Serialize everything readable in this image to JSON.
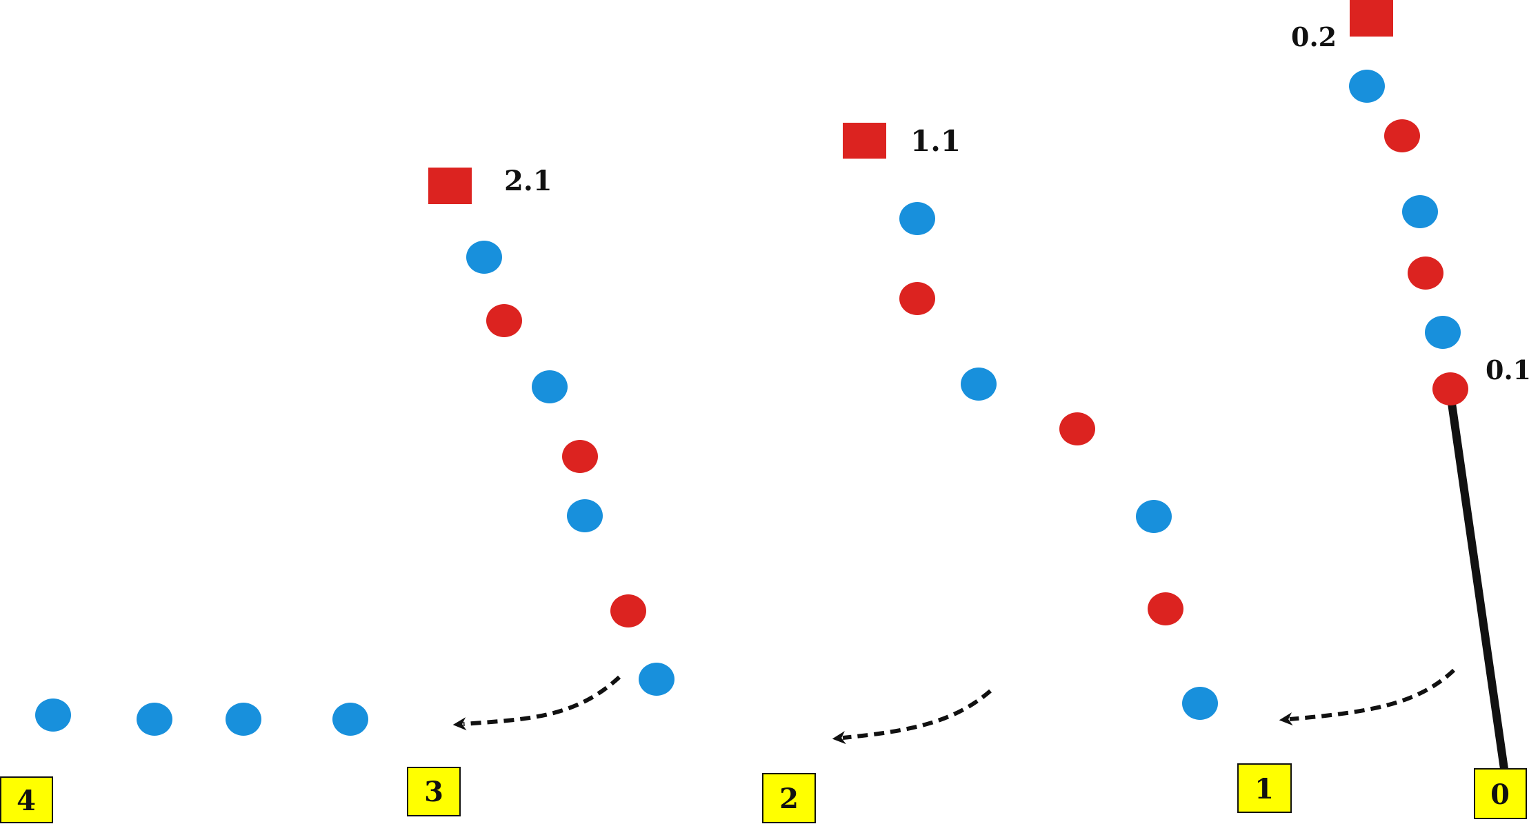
{
  "colors": {
    "blue": "#1890dc",
    "red": "#dc2320",
    "box": "#ffff00",
    "ink": "#111111"
  },
  "labels": {
    "point_0_2": "0.2",
    "point_0_1": "0.1",
    "point_1_1": "1.1",
    "point_2_1": "2.1"
  },
  "boxes": {
    "box_0": "0",
    "box_1": "1",
    "box_2": "2",
    "box_3": "3",
    "box_4": "4"
  }
}
